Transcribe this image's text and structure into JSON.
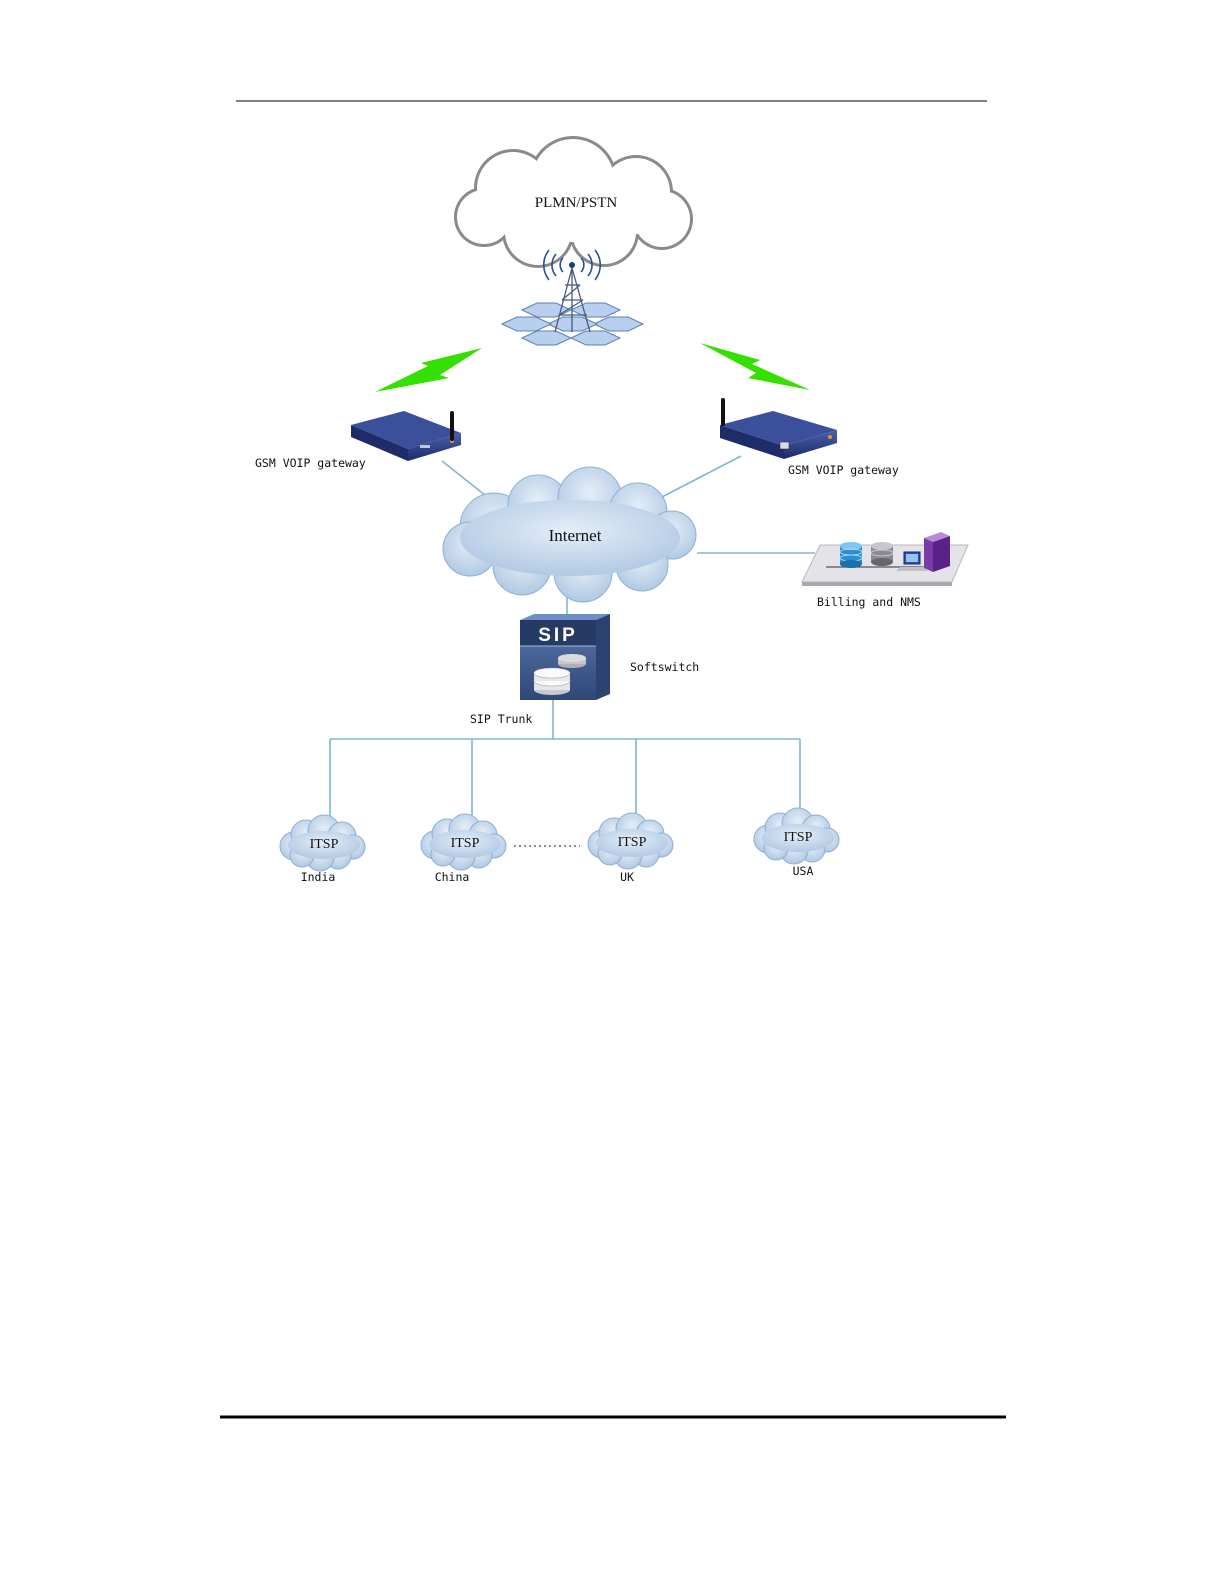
{
  "colors": {
    "link": "#7fb8cf",
    "cloud_fill": "#c4d6ea",
    "cloud_edge": "#8fb0d6",
    "plmn_fill": "#ffffff",
    "plmn_edge": "#8a8a8a",
    "bolt": "#33e000",
    "gateway": "#2b3c86",
    "sip_box": "#3f5a8e",
    "rule": "#000000"
  },
  "diagram": {
    "plmn_cloud": "PLMN/PSTN",
    "tower_icon": "cell-tower-icon",
    "gateway_left": "GSM VOIP gateway",
    "gateway_right": "GSM VOIP gateway",
    "internet_cloud": "Internet",
    "billing": "Billing and NMS",
    "sip_badge": "SIP",
    "softswitch": "Softswitch",
    "sip_trunk": "SIP Trunk",
    "itsp": [
      {
        "cloud": "ITSP",
        "country": "India"
      },
      {
        "cloud": "ITSP",
        "country": "China"
      },
      {
        "cloud": "ITSP",
        "country": "UK"
      },
      {
        "cloud": "ITSP",
        "country": "USA"
      }
    ]
  }
}
